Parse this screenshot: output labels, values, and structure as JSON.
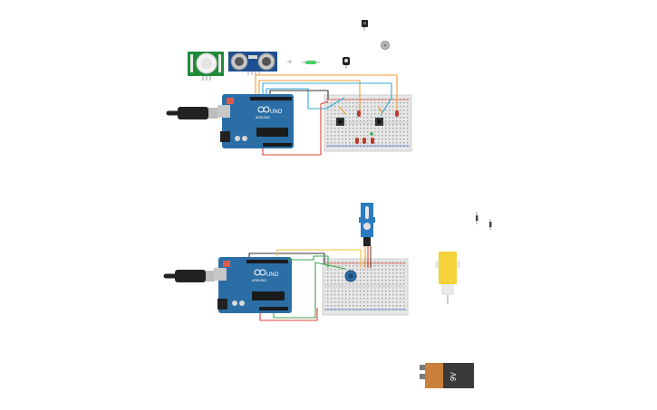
{
  "canvas": {
    "background": "#ffffff",
    "circuits": [
      {
        "name": "circuit-1",
        "board": {
          "label": "UNO",
          "brand": "ARDUINO"
        },
        "parts": [
          "pir-sensor",
          "ultrasonic-sensor",
          "resistor",
          "green-led",
          "photoresistor",
          "potentiometer",
          "ir-receiver",
          "breadboard",
          "push-buttons",
          "leds"
        ]
      },
      {
        "name": "circuit-2",
        "board": {
          "label": "UNO",
          "brand": "ARDUINO"
        },
        "parts": [
          "servo",
          "potentiometer",
          "breadboard",
          "dc-gear-motor",
          "9v-battery",
          "resistors"
        ]
      }
    ],
    "battery_label": "9V",
    "colors": {
      "arduino": "#2b6ea6",
      "breadboard": "#e6e6e6",
      "wire_red": "#e0403a",
      "wire_orange": "#f29a2e",
      "wire_blue": "#35a7d8",
      "wire_yellow": "#f4c23a",
      "wire_green": "#3aa64b",
      "wire_black": "#333333",
      "pir_board": "#1f8b3a",
      "ultrasonic_board": "#1e4f92",
      "motor": "#f3d23a",
      "battery": "#3a3a3a",
      "battery_cap": "#c9803a"
    }
  }
}
